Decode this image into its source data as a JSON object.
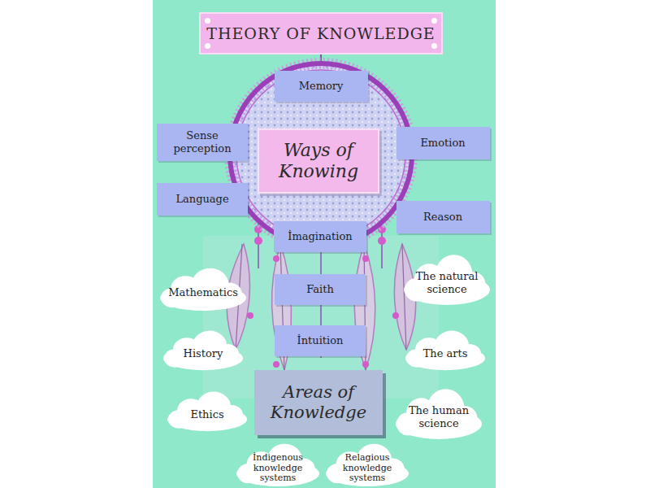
{
  "diagram": {
    "title": "THEORY OF KNOWLEDGE",
    "nodes": [
      {
        "text": [
          "Memory"
        ]
      },
      {
        "text": [
          "Sense perception"
        ]
      },
      {
        "text": [
          "Ways of Knowing"
        ]
      },
      {
        "text": [
          "Emotion"
        ]
      },
      {
        "text": [
          "Language"
        ]
      },
      {
        "text": [
          "Reason"
        ]
      },
      {
        "text": [
          "İmagination"
        ]
      },
      {
        "text": [
          "Mathematics"
        ]
      },
      {
        "text": [
          "Faith"
        ]
      },
      {
        "text": [
          "The natural science"
        ]
      },
      {
        "text": [
          "History"
        ]
      },
      {
        "text": [
          "İntuition"
        ]
      },
      {
        "text": [
          "The arts"
        ]
      },
      {
        "text": [
          "Ethics"
        ]
      },
      {
        "text": [
          "Areas of Knowledge"
        ]
      },
      {
        "text": [
          "The human science"
        ]
      },
      {
        "text": [
          "İndigenous knowledge systems"
        ]
      },
      {
        "text": [
          "Relagious knowledge systems"
        ]
      }
    ],
    "edges": []
  }
}
